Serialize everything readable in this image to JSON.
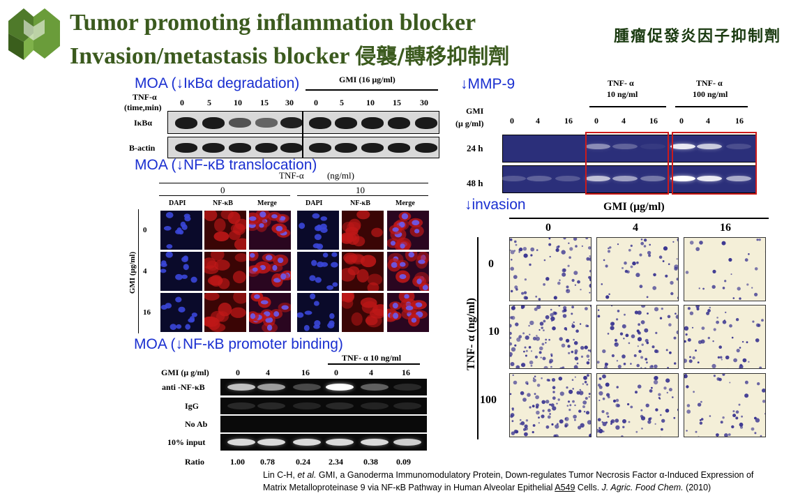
{
  "title": {
    "line1": "Tumor promoting inflammation blocker",
    "line2_en": "Invasion/metastasis blocker",
    "line2_zh": "侵襲/轉移抑制劑",
    "zh_right": "腫瘤促發炎因子抑制劑"
  },
  "moa": {
    "ikba": "MOA (↓IκBα degradation)",
    "nfkb_transloc": "MOA (↓NF-κB translocation)",
    "nfkb_promoter": "MOA (↓NF-κB promoter binding)",
    "mmp9": "↓MMP-9",
    "invasion": "↓invasion"
  },
  "western": {
    "gmi_header": "GMI (16 μg/ml)",
    "tnf_label": "TNF-α",
    "time_label": "(time,min)",
    "times": [
      "0",
      "5",
      "10",
      "15",
      "30",
      "0",
      "5",
      "10",
      "15",
      "30"
    ],
    "row1": "IκBα",
    "row2": "B-actin"
  },
  "if": {
    "tnf_label": "TNF-α",
    "unit": "(ng/ml)",
    "tnf_values": [
      "0",
      "10"
    ],
    "cols": [
      "DAPI",
      "NF-κB",
      "Merge",
      "DAPI",
      "NF-κB",
      "Merge"
    ],
    "gmi_label": "GMI (μg/ml)",
    "rows": [
      "0",
      "4",
      "16"
    ]
  },
  "chip": {
    "tnf_header": "TNF- α 10 ng/ml",
    "gmi_label": "GMI (μ g/ml)",
    "cols": [
      "0",
      "4",
      "16",
      "0",
      "4",
      "16"
    ],
    "rows": [
      "anti -NF-κB",
      "IgG",
      "No Ab",
      "10% input"
    ],
    "ratio_label": "Ratio",
    "ratios": [
      "1.00",
      "0.78",
      "0.24",
      "2.34",
      "0.38",
      "0.09"
    ]
  },
  "zymo": {
    "gmi_label": "GMI",
    "unit_label": "(μ g/ml)",
    "tnf10": "TNF- α",
    "tnf10_unit": "10 ng/ml",
    "tnf100": "TNF- α",
    "tnf100_unit": "100 ng/ml",
    "cols": [
      "0",
      "4",
      "16",
      "0",
      "4",
      "16",
      "0",
      "4",
      "16"
    ],
    "rows": [
      "24 h",
      "48 h"
    ],
    "highlight_color": "#cc1a1a"
  },
  "invasion": {
    "gmi_header": "GMI (μg/ml)",
    "cols": [
      "0",
      "4",
      "16"
    ],
    "tnf_label": "TNF- α (ng/ml)",
    "rows": [
      "0",
      "10",
      "100"
    ]
  },
  "reference": {
    "part1": "Lin C-H, ",
    "etal": "et al.",
    "part2": " GMI, a Ganoderma Immunomodulatory Protein, Down-regulates Tumor Necrosis Factor α-Induced Expression of Matrix Metalloproteinase 9 via NF-κB Pathway in Human Alveolar Epithelial ",
    "a549": "A549",
    "part3": " Cells. ",
    "journal": "J. Agric. Food Chem.",
    "year": " (2010)"
  }
}
